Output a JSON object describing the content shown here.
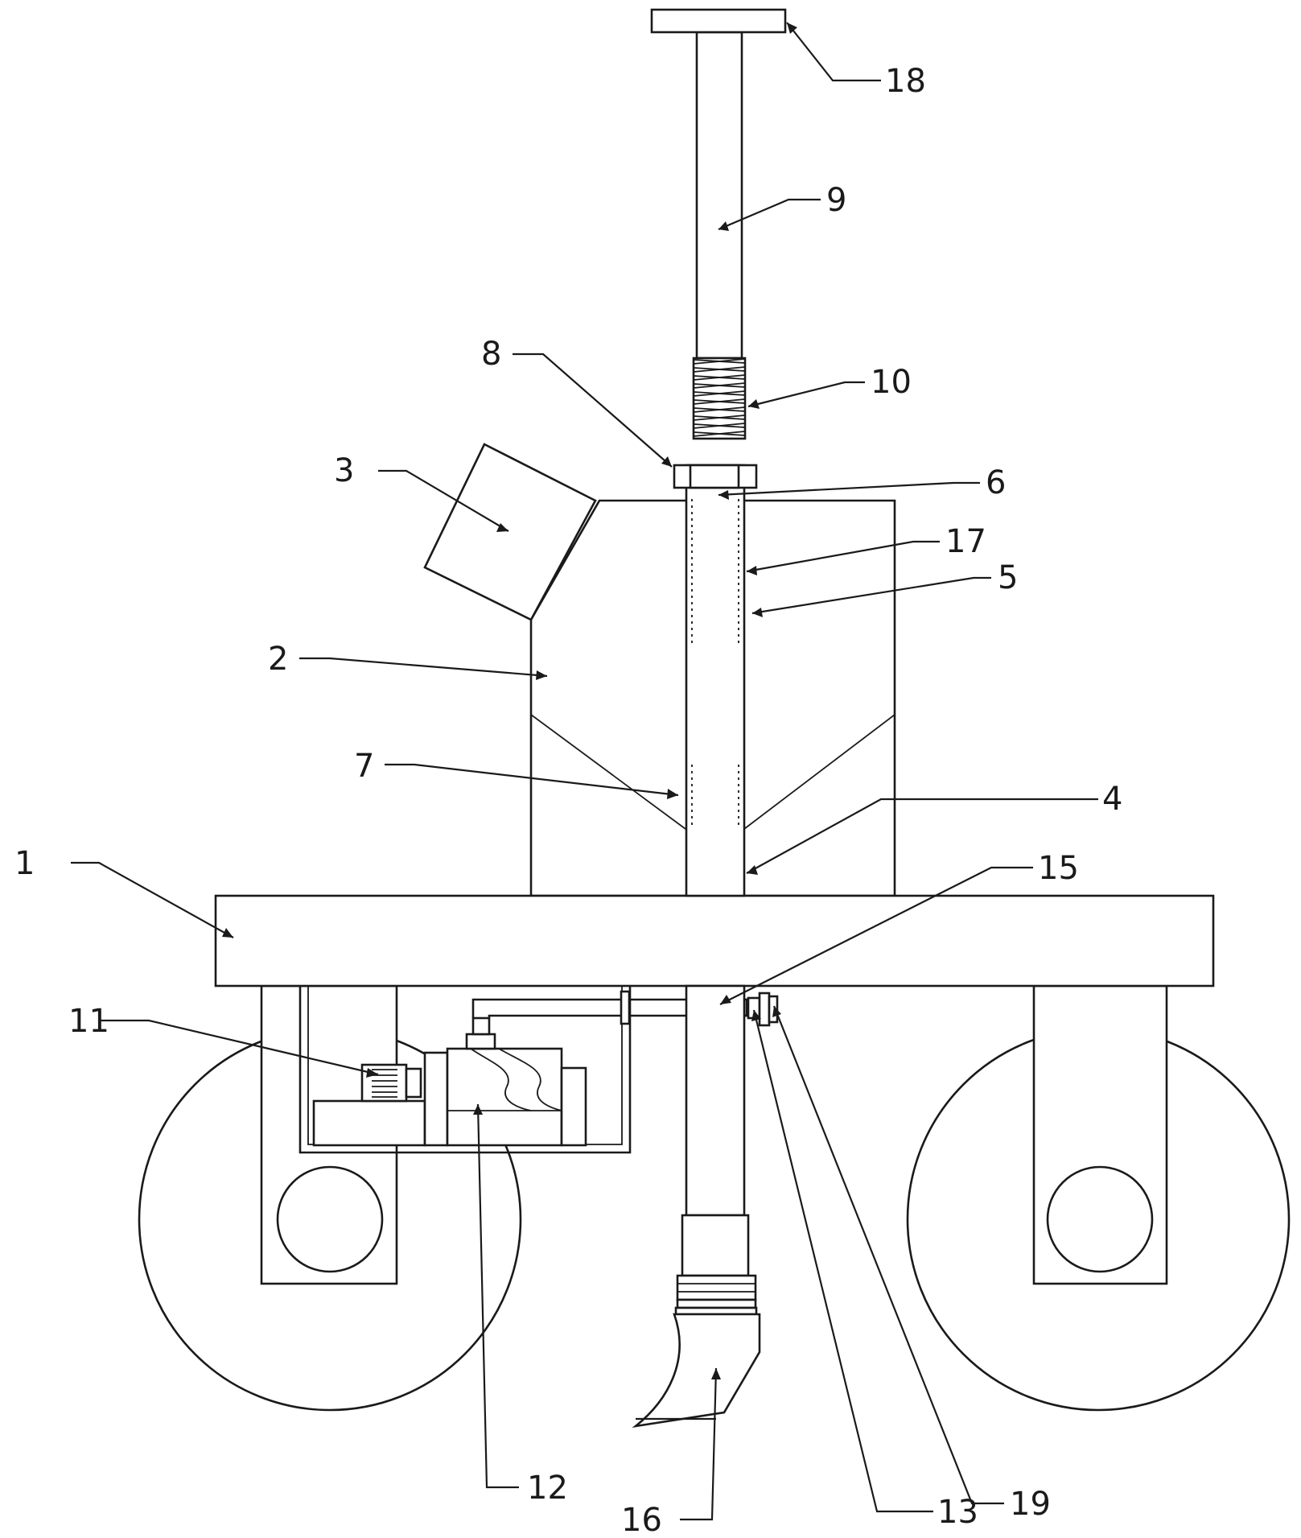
{
  "callouts": [
    {
      "id": "1",
      "label": "1"
    },
    {
      "id": "2",
      "label": "2"
    },
    {
      "id": "3",
      "label": "3"
    },
    {
      "id": "4",
      "label": "4"
    },
    {
      "id": "5",
      "label": "5"
    },
    {
      "id": "6",
      "label": "6"
    },
    {
      "id": "7",
      "label": "7"
    },
    {
      "id": "8",
      "label": "8"
    },
    {
      "id": "9",
      "label": "9"
    },
    {
      "id": "10",
      "label": "10"
    },
    {
      "id": "11",
      "label": "11"
    },
    {
      "id": "12",
      "label": "12"
    },
    {
      "id": "13",
      "label": "13"
    },
    {
      "id": "15",
      "label": "15"
    },
    {
      "id": "16",
      "label": "16"
    },
    {
      "id": "17",
      "label": "17"
    },
    {
      "id": "18",
      "label": "18"
    },
    {
      "id": "19",
      "label": "19"
    }
  ],
  "colors": {
    "line": "#1a1a1a",
    "background": "#ffffff"
  }
}
